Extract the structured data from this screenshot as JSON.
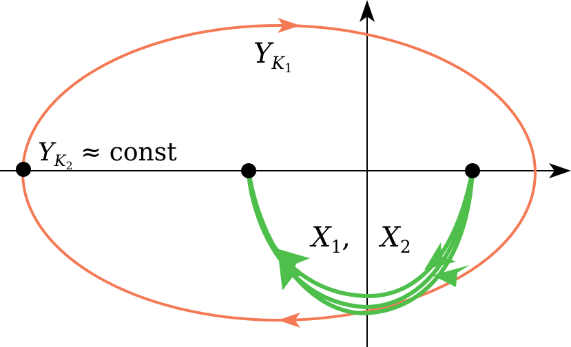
{
  "colors": {
    "axes": "#000000",
    "outer_orbit": "#F47A55",
    "inner_orbits": "#4DBF4A",
    "points": "#000000"
  },
  "labels": {
    "outer_orbit": {
      "main": "Y",
      "sub": "K",
      "subsub": "1"
    },
    "left_point": {
      "main": "Y",
      "sub": "K",
      "subsub": "2",
      "rest": " ≈ const"
    },
    "inner_orbit_1": {
      "main": "X",
      "sub": "1",
      "sep": ","
    },
    "inner_orbit_2": {
      "main": "X",
      "sub": "2"
    }
  }
}
